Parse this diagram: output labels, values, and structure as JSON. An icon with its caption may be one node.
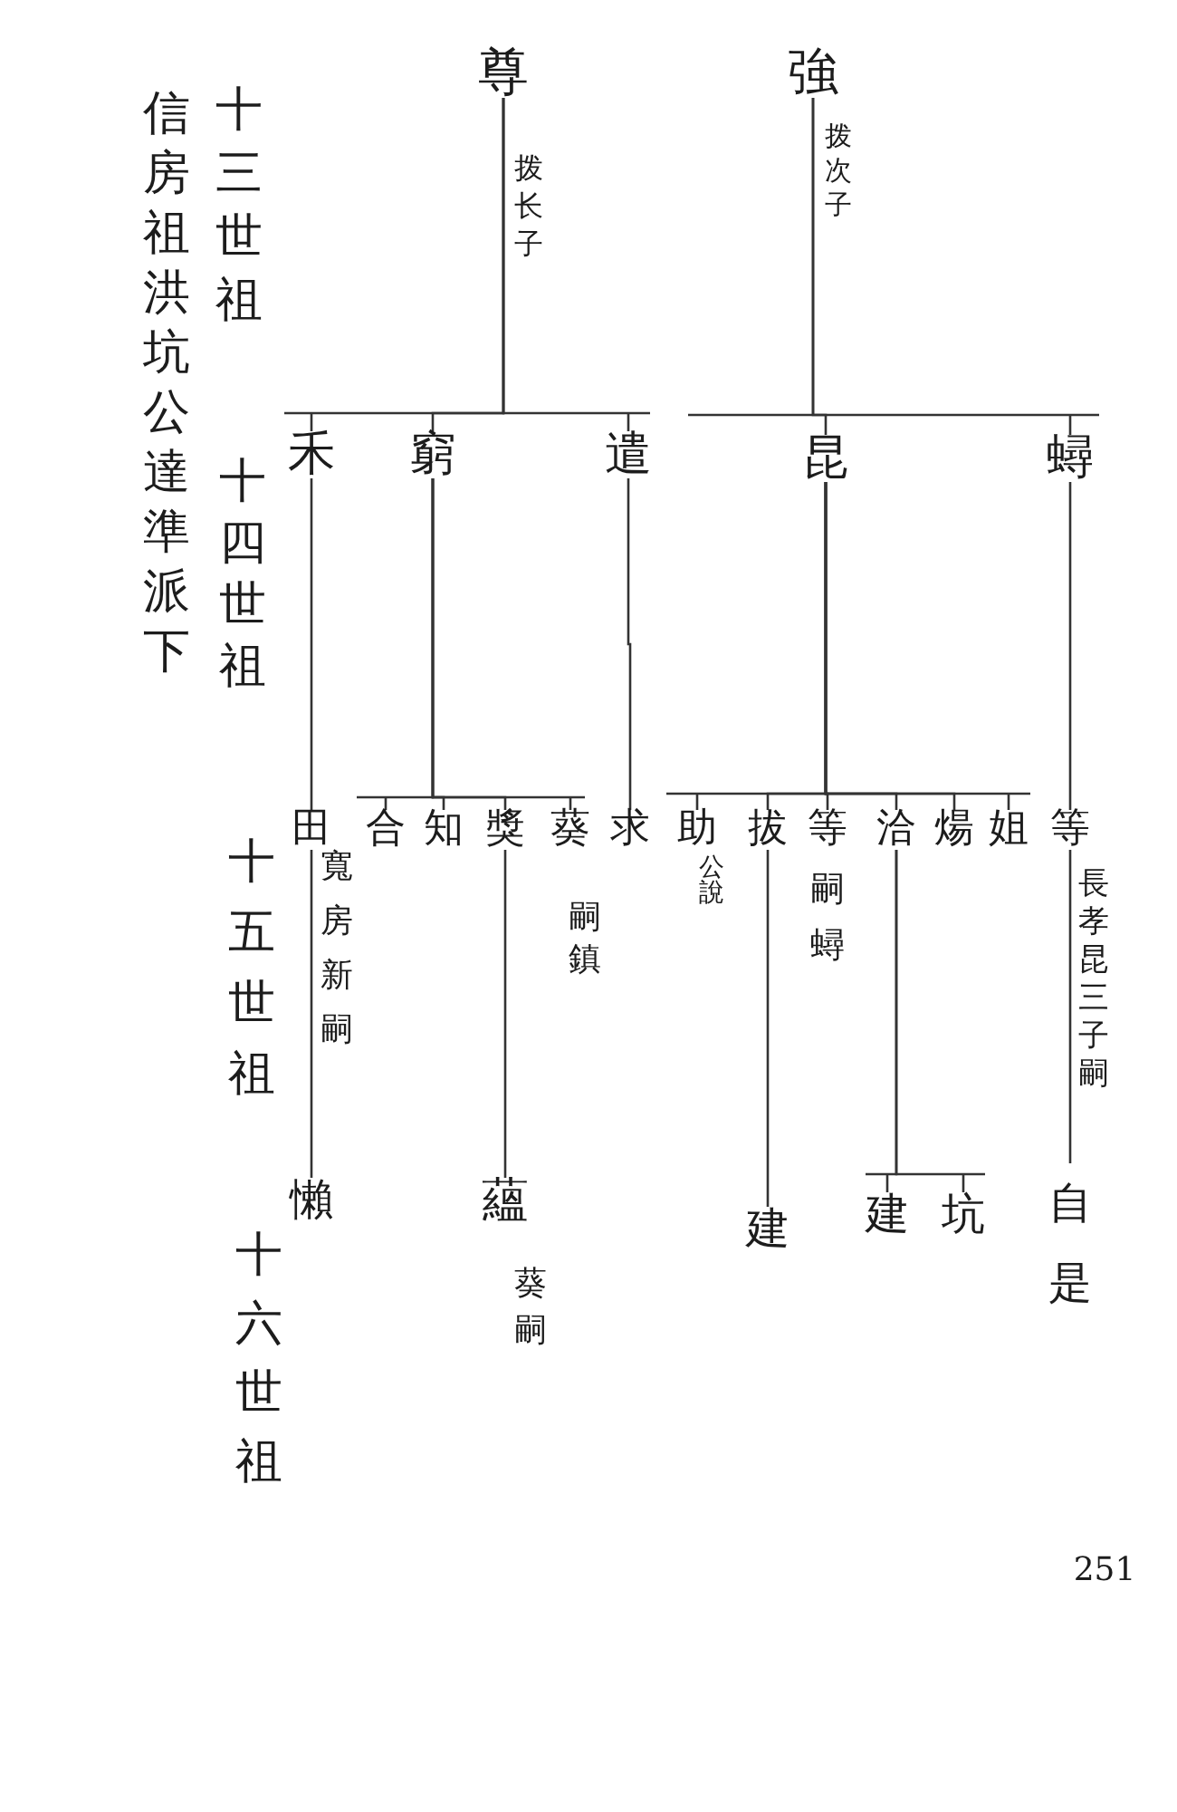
{
  "diagram": {
    "title": "信房祖洪坑公達準派下",
    "nodes": [
      {
        "text": [
          "尊"
        ],
        "beside": [
          "拨长子"
        ]
      },
      {
        "text": [
          "強"
        ],
        "beside": [
          "拨次子"
        ]
      },
      {
        "text": [
          "禾"
        ]
      },
      {
        "text": [
          "窮"
        ]
      },
      {
        "text": [
          "遣"
        ]
      },
      {
        "text": [
          "昆"
        ]
      },
      {
        "text": [
          "蟳"
        ]
      },
      {
        "text": [
          "田"
        ],
        "beside": [
          "寬房新嗣"
        ]
      },
      {
        "text": [
          "合"
        ]
      },
      {
        "text": [
          "知"
        ]
      },
      {
        "text": [
          "獎"
        ]
      },
      {
        "text": [
          "葵"
        ],
        "beside": [
          "嗣鎮"
        ]
      },
      {
        "text": [
          "求"
        ]
      },
      {
        "text": [
          "助"
        ],
        "beside": [
          "公說"
        ]
      },
      {
        "text": [
          "拔"
        ]
      },
      {
        "text": [
          "等"
        ],
        "beside": [
          "嗣蟳"
        ]
      },
      {
        "text": [
          "洽"
        ]
      },
      {
        "text": [
          "煬"
        ]
      },
      {
        "text": [
          "姐"
        ]
      },
      {
        "text": [
          "等"
        ],
        "beside": [
          "長孝昆三子嗣"
        ]
      },
      {
        "text": [
          "懶"
        ]
      },
      {
        "text": [
          "蘊"
        ],
        "beside": [
          "葵嗣"
        ]
      },
      {
        "text": [
          "建"
        ]
      },
      {
        "text": [
          "建"
        ]
      },
      {
        "text": [
          "坑"
        ]
      },
      {
        "text": [
          "自是"
        ]
      }
    ],
    "edges": [
      {
        "from": 0,
        "to": 2,
        "arrow": "none"
      },
      {
        "from": 0,
        "to": 3,
        "arrow": "none"
      },
      {
        "from": 0,
        "to": 4,
        "arrow": "none"
      },
      {
        "from": 1,
        "to": 5,
        "arrow": "none"
      },
      {
        "from": 1,
        "to": 6,
        "arrow": "none"
      },
      {
        "from": 2,
        "to": 7,
        "arrow": "none"
      },
      {
        "from": 3,
        "to": 8,
        "arrow": "none"
      },
      {
        "from": 3,
        "to": 9,
        "arrow": "none"
      },
      {
        "from": 3,
        "to": 10,
        "arrow": "none"
      },
      {
        "from": 3,
        "to": 11,
        "arrow": "none"
      },
      {
        "from": 4,
        "to": 12,
        "arrow": "none"
      },
      {
        "from": 5,
        "to": 13,
        "arrow": "none"
      },
      {
        "from": 5,
        "to": 14,
        "arrow": "none"
      },
      {
        "from": 5,
        "to": 15,
        "arrow": "none"
      },
      {
        "from": 5,
        "to": 16,
        "arrow": "none"
      },
      {
        "from": 5,
        "to": 17,
        "arrow": "none"
      },
      {
        "from": 5,
        "to": 18,
        "arrow": "none"
      },
      {
        "from": 6,
        "to": 19,
        "arrow": "none"
      },
      {
        "from": 7,
        "to": 20,
        "arrow": "none"
      },
      {
        "from": 10,
        "to": 21,
        "arrow": "none"
      },
      {
        "from": 14,
        "to": 22,
        "arrow": "none"
      },
      {
        "from": 16,
        "to": 23,
        "arrow": "none"
      },
      {
        "from": 16,
        "to": 24,
        "arrow": "none"
      },
      {
        "from": 19,
        "to": 25,
        "arrow": "none"
      }
    ],
    "labels": [
      "十三世祖",
      "十四世祖",
      "十五世祖",
      "十六世祖",
      "251"
    ]
  }
}
